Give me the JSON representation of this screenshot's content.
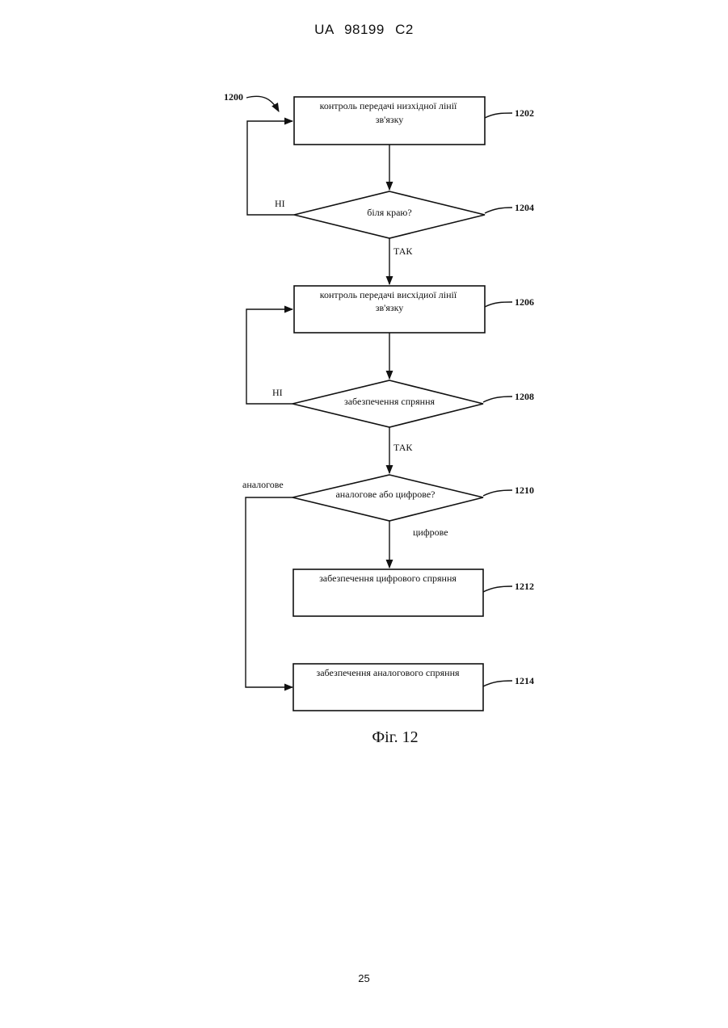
{
  "header": {
    "doc_id": "UA   98199   C2"
  },
  "diagram": {
    "start_ref": "1200",
    "steps": [
      {
        "ref": "1202",
        "lines": [
          "контроль передачі низхідної лінії",
          "зв'язку"
        ]
      },
      {
        "ref": "1204",
        "lines": [
          "біля краю?"
        ]
      },
      {
        "ref": "1206",
        "lines": [
          "контроль передачі висхідиої лінії",
          "зв'язку"
        ]
      },
      {
        "ref": "1208",
        "lines": [
          "забезпечення спряння"
        ]
      },
      {
        "ref": "1210",
        "lines": [
          "аналогове або цифрове?"
        ]
      },
      {
        "ref": "1212",
        "lines": [
          "забезпечення цифрового спряння"
        ]
      },
      {
        "ref": "1214",
        "lines": [
          "забезпечення аналогового спряння"
        ]
      }
    ],
    "edge_labels": {
      "no_1204": "НІ",
      "yes_1204": "ТАК",
      "no_1208": "НІ",
      "yes_1208": "ТАК",
      "analog_1210": "аналогове",
      "digital_1210": "цифрове"
    },
    "caption": "Фіг. 12"
  },
  "footer": {
    "page_number": "25"
  }
}
